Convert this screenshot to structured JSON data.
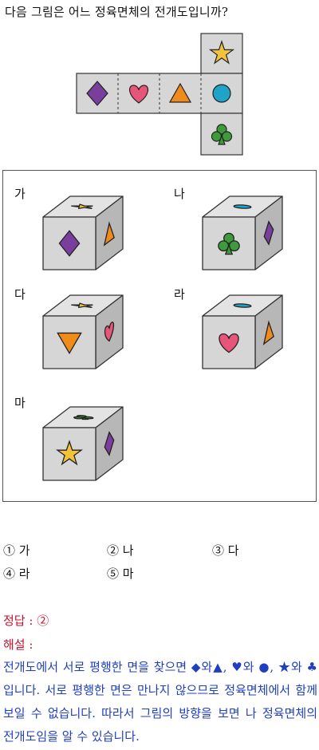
{
  "question": "다음 그림은 어느 정육면체의 전개도입니까?",
  "colors": {
    "face": "#d6d6d6",
    "face_top": "#e3e3e3",
    "face_side": "#b7b7b7",
    "star": "#f2c23a",
    "heart": "#e8557a",
    "diamond": "#7a3e9d",
    "triangle": "#f08a1a",
    "circle": "#1fa3c9",
    "club": "#3e9a3a",
    "answer": "#c8102e",
    "explanation": "#1f3fbf"
  },
  "net": {
    "row_faces": [
      "diamond-icon",
      "heart-icon",
      "triangle-icon",
      "circle-icon"
    ],
    "top_face": "star-icon",
    "bottom_face": "club-icon"
  },
  "options": [
    {
      "label": "가",
      "top": "star-icon",
      "front": "diamond-icon",
      "side": "triangle-icon"
    },
    {
      "label": "나",
      "top": "circle-icon",
      "front": "club-icon",
      "side": "diamond-icon"
    },
    {
      "label": "다",
      "top": "star-icon",
      "front": "triangle-down-icon",
      "side": "heart-icon"
    },
    {
      "label": "라",
      "top": "circle-icon",
      "front": "heart-icon",
      "side": "triangle-icon"
    },
    {
      "label": "마",
      "top": "club-icon",
      "front": "star-icon",
      "side": "diamond-icon"
    }
  ],
  "choices": [
    "① 가",
    "② 나",
    "③ 다",
    "④ 라",
    "⑤ 마"
  ],
  "answer": "정답 : ②",
  "explanation_title": "해설 :",
  "explanation": "전개도에서 서로 평행한 면을 찾으면 ◆와▲, ♥와 ●, ★와 ♣입니다. 서로 평행한 면은 만나지 않으므로 정육면체에서 함께 보일 수 없습니다. 따라서 그림의 방향을 보면 나 정육면체의 전개도임을 알 수 있습니다."
}
